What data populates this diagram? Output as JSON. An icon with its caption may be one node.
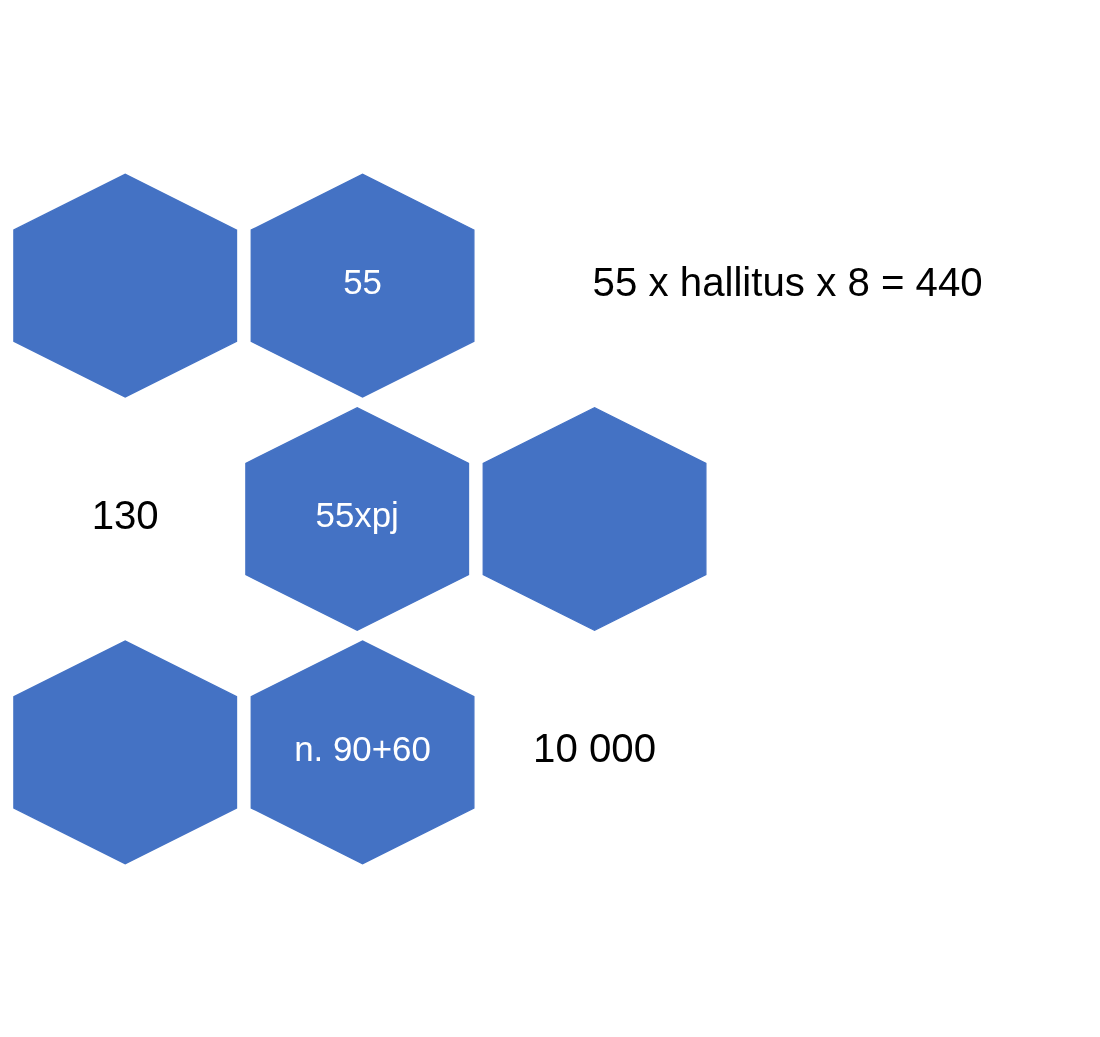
{
  "diagram": {
    "nodes": [
      {
        "text": [],
        "shape": "hexagon"
      },
      {
        "text": [
          "55"
        ],
        "beside": [
          "55 x hallitus x 8 = 440"
        ]
      },
      {
        "text": [
          "55xpj"
        ],
        "beside": [
          "130"
        ]
      },
      {
        "text": [],
        "shape": "hexagon"
      },
      {
        "text": [],
        "shape": "hexagon"
      },
      {
        "text": [
          "n. 90+60"
        ],
        "beside": [
          "10 000"
        ]
      }
    ]
  }
}
